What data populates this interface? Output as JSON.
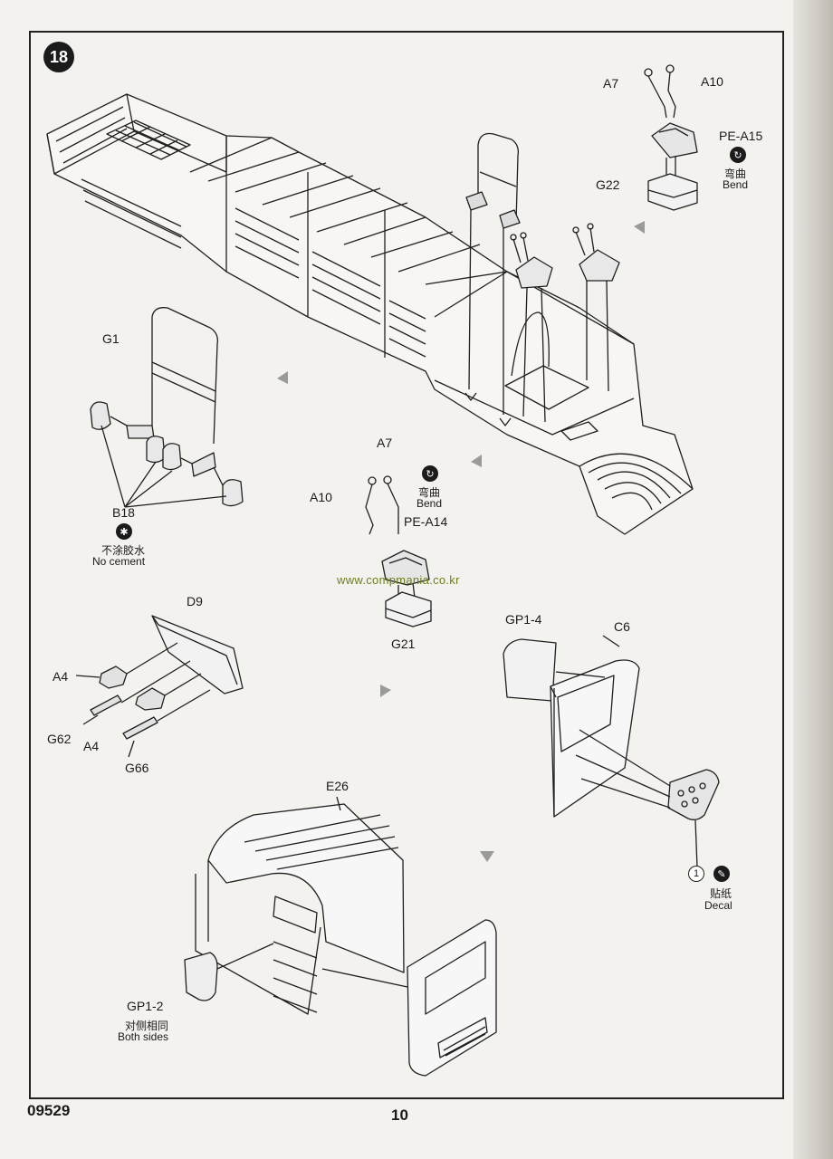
{
  "step": {
    "number": "18"
  },
  "watermark": "www.compmania.co.kr",
  "footer": {
    "code": "09529",
    "page": "10"
  },
  "parts": {
    "a7_top": "A7",
    "a10_top": "A10",
    "pe_a15": "PE-A15",
    "g22": "G22",
    "g1": "G1",
    "b18": "B18",
    "a7_mid": "A7",
    "a10_mid": "A10",
    "pe_a14": "PE-A14",
    "g21": "G21",
    "d9": "D9",
    "a4_left": "A4",
    "g62": "G62",
    "a4_bottom": "A4",
    "g66": "G66",
    "gp1_4": "GP1-4",
    "c6": "C6",
    "e26": "E26",
    "gp1_2": "GP1-2"
  },
  "notes": {
    "bend_cn_1": "弯曲",
    "bend_en_1": "Bend",
    "bend_cn_2": "弯曲",
    "bend_en_2": "Bend",
    "nocement_cn": "不涂胶水",
    "nocement_en": "No cement",
    "decal_num": "1",
    "decal_cn": "贴纸",
    "decal_en": "Decal",
    "both_cn": "对侧相同",
    "both_en": "Both sides"
  },
  "icons": {
    "bend": "bend-icon",
    "no_cement": "no-cement-icon",
    "decal": "decal-icon",
    "flow_arrow": "flow-arrow-icon"
  },
  "colors": {
    "ink": "#1a1a1a",
    "paper": "#f4f2ee",
    "watermark": "#6d7f1a"
  }
}
